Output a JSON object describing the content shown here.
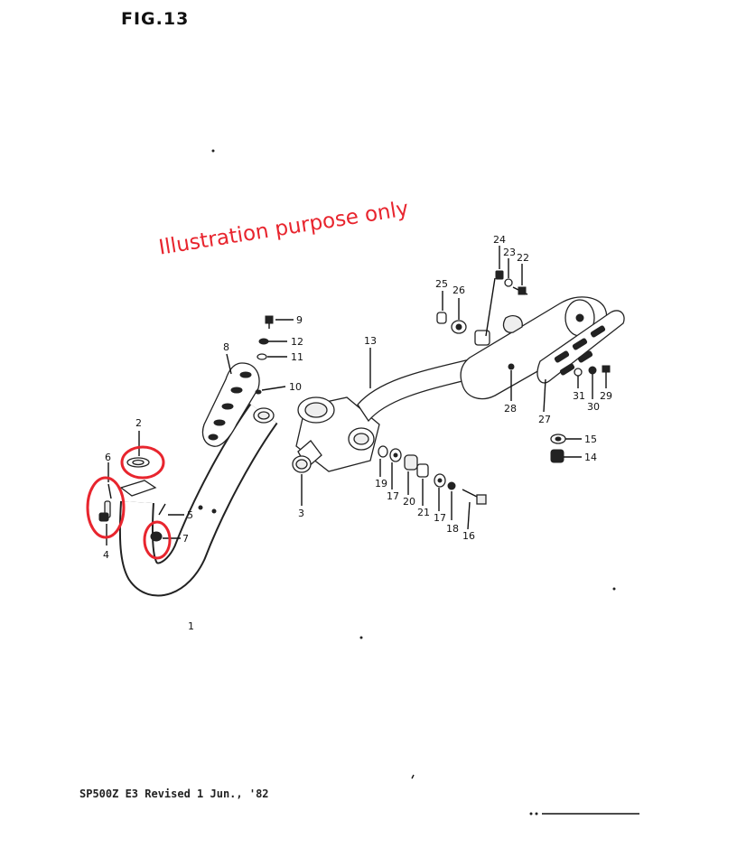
{
  "figure": {
    "title": "FIG.13",
    "watermark": "Illustration purpose only",
    "footer": "SP500Z E3  Revised 1 Jun., '82"
  },
  "callouts": [
    {
      "id": "c1",
      "text": "1"
    },
    {
      "id": "c2",
      "text": "2"
    },
    {
      "id": "c3",
      "text": "3"
    },
    {
      "id": "c4",
      "text": "4"
    },
    {
      "id": "c5",
      "text": "5"
    },
    {
      "id": "c6",
      "text": "6"
    },
    {
      "id": "c7",
      "text": "7"
    },
    {
      "id": "c8",
      "text": "8"
    },
    {
      "id": "c9",
      "text": "9"
    },
    {
      "id": "c10",
      "text": "10"
    },
    {
      "id": "c11",
      "text": "11"
    },
    {
      "id": "c12",
      "text": "12"
    },
    {
      "id": "c13",
      "text": "13"
    },
    {
      "id": "c14",
      "text": "14"
    },
    {
      "id": "c15",
      "text": "15"
    },
    {
      "id": "c16",
      "text": "16"
    },
    {
      "id": "c17a",
      "text": "17"
    },
    {
      "id": "c17b",
      "text": "17"
    },
    {
      "id": "c18",
      "text": "18"
    },
    {
      "id": "c19",
      "text": "19"
    },
    {
      "id": "c20",
      "text": "20"
    },
    {
      "id": "c21",
      "text": "21"
    },
    {
      "id": "c22",
      "text": "22"
    },
    {
      "id": "c23",
      "text": "23"
    },
    {
      "id": "c24",
      "text": "24"
    },
    {
      "id": "c25",
      "text": "25"
    },
    {
      "id": "c26",
      "text": "26"
    },
    {
      "id": "c27",
      "text": "27"
    },
    {
      "id": "c28",
      "text": "28"
    },
    {
      "id": "c29",
      "text": "29"
    },
    {
      "id": "c30",
      "text": "30"
    },
    {
      "id": "c31",
      "text": "31"
    }
  ],
  "highlight_color": "#e8252e"
}
